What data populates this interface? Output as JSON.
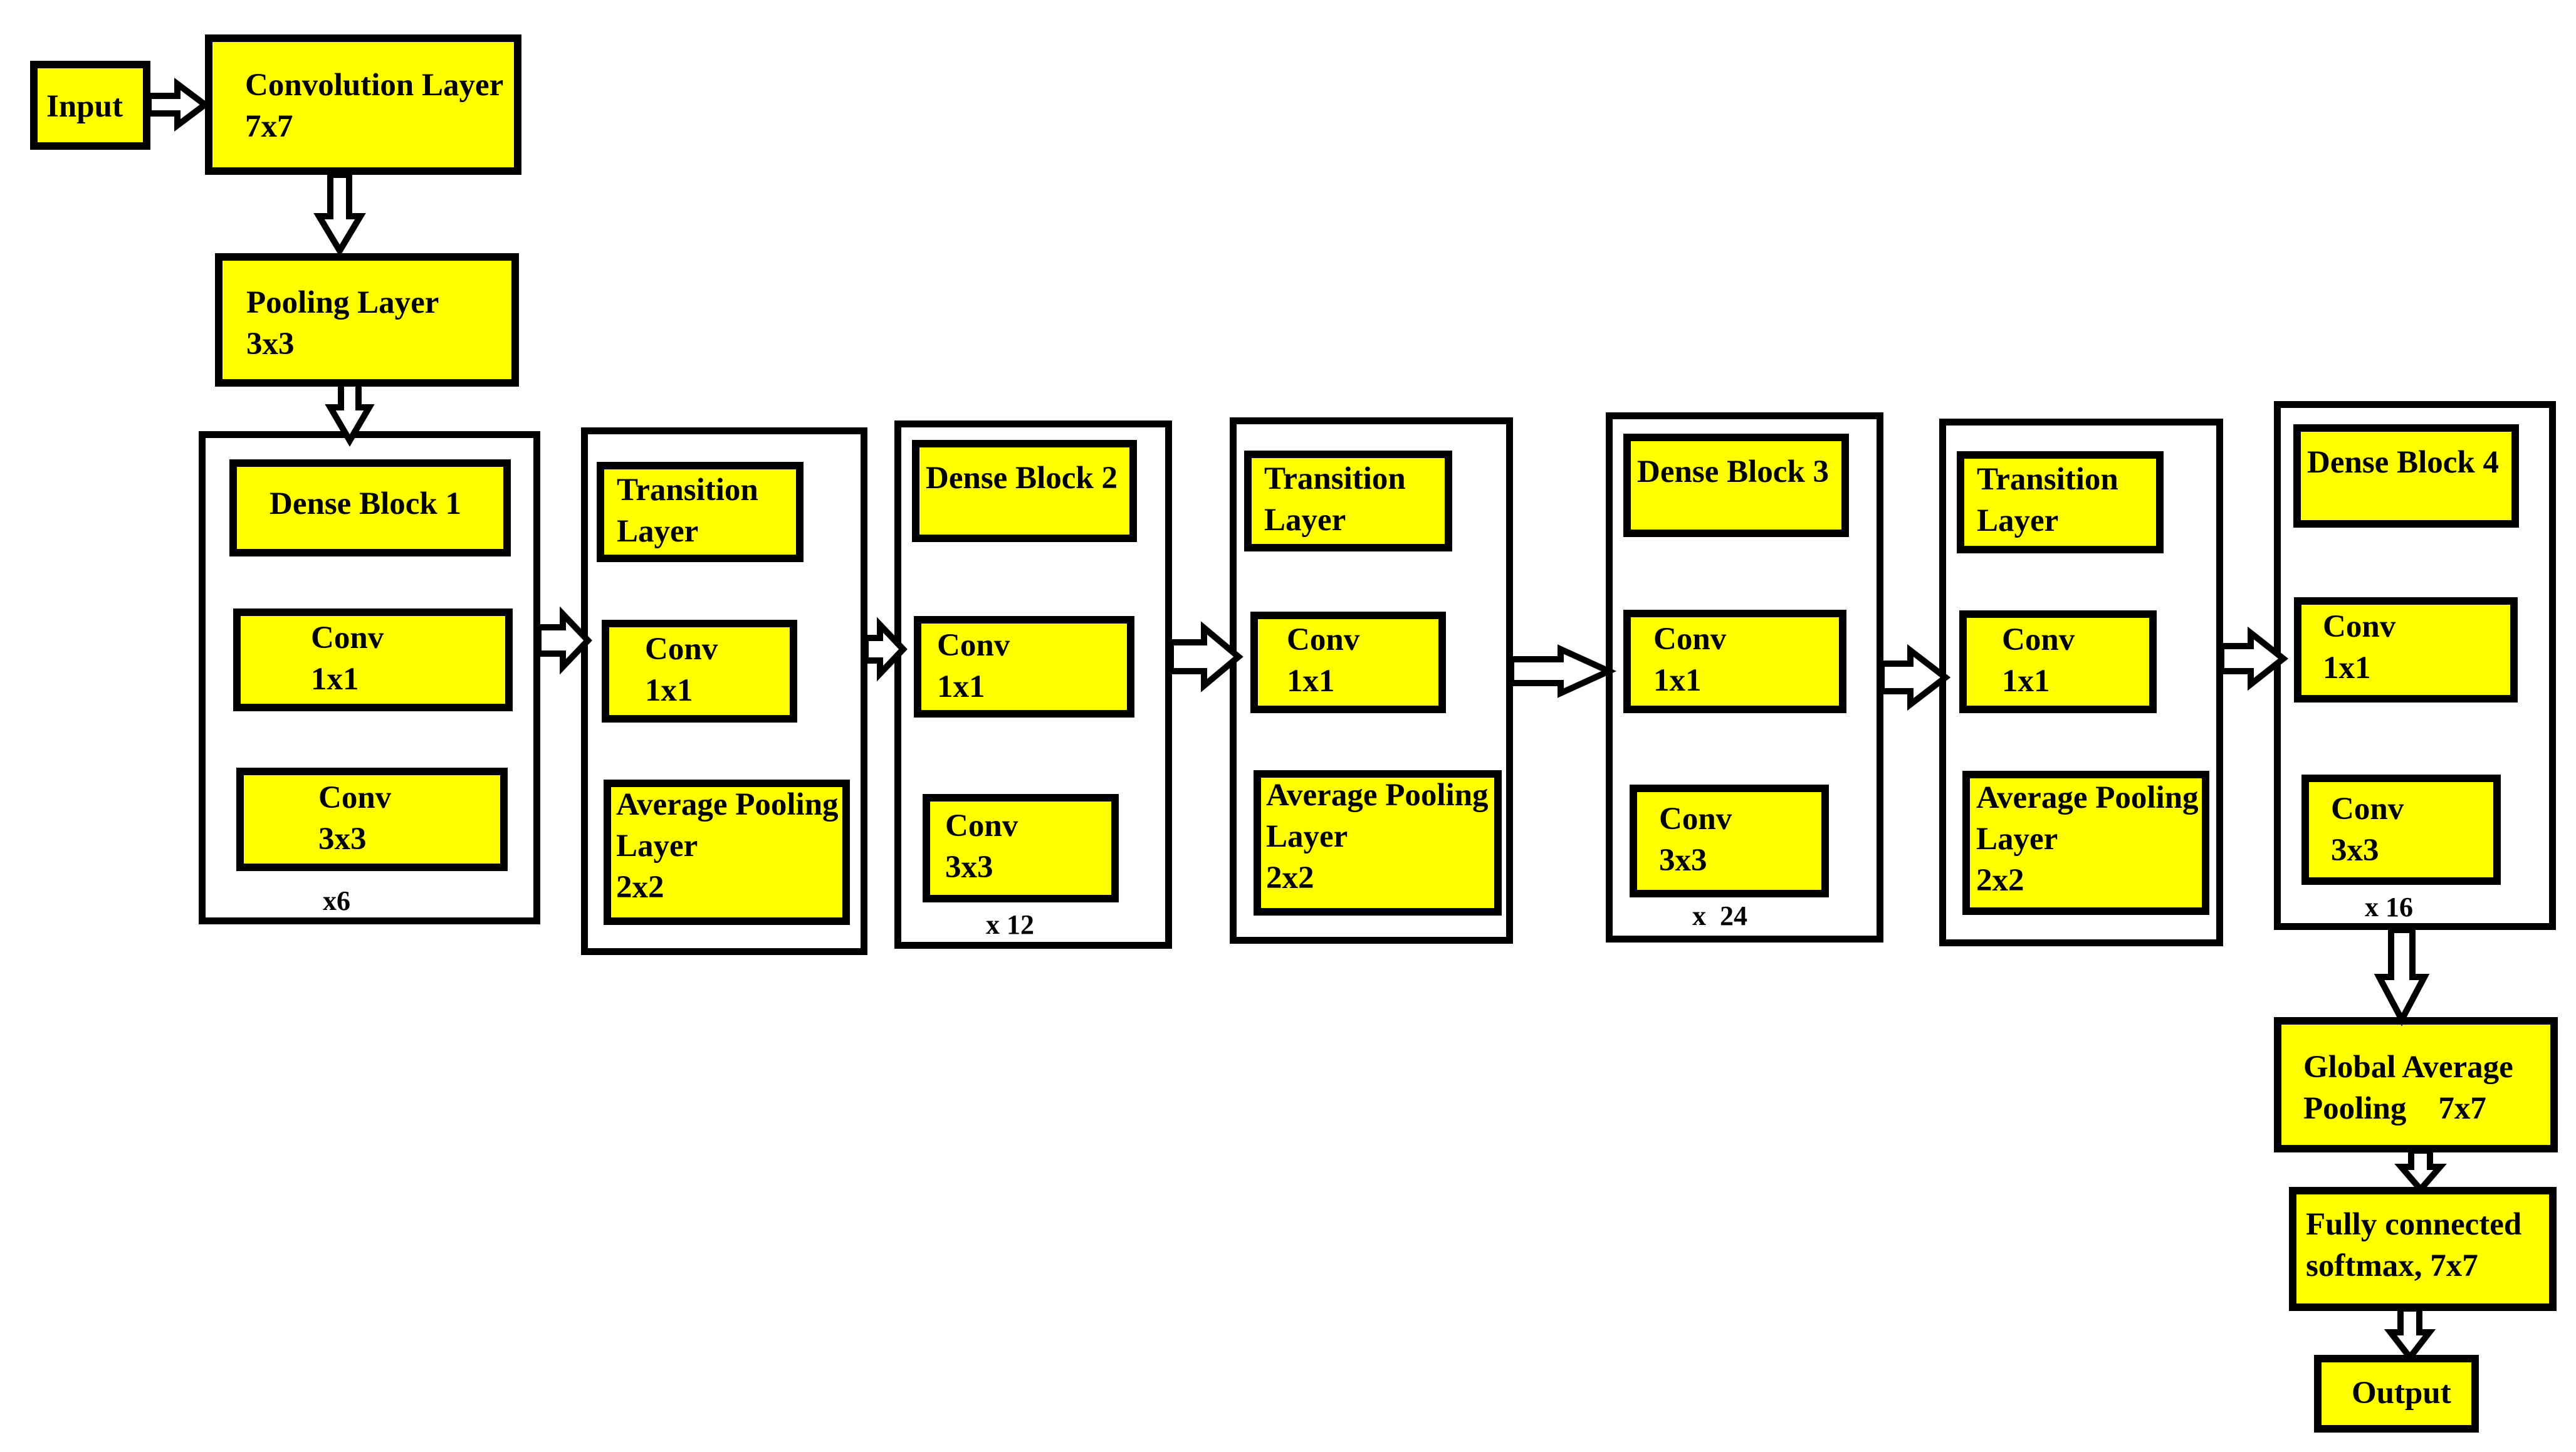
{
  "colors": {
    "box_fill": "#ffff00",
    "border": "#000000",
    "background": "#ffffff"
  },
  "input": "Input",
  "convolution": {
    "title": "Convolution Layer",
    "size": "7x7"
  },
  "pooling": {
    "title": "Pooling Layer",
    "size": "3x3"
  },
  "dense1": {
    "title": "Dense Block 1",
    "conv_a": "Conv\n1x1",
    "conv_b": "Conv\n3x3",
    "repeat": "x6"
  },
  "trans1": {
    "title": "Transition\nLayer",
    "conv": "Conv\n1x1",
    "pool": "Average Pooling\nLayer\n2x2"
  },
  "dense2": {
    "title": "Dense Block 2",
    "conv_a": "Conv\n1x1",
    "conv_b": "Conv\n3x3",
    "repeat": "x 12"
  },
  "trans2": {
    "title": "Transition\nLayer",
    "conv": "Conv\n1x1",
    "pool": "Average Pooling\nLayer\n2x2"
  },
  "dense3": {
    "title": "Dense Block 3",
    "conv_a": "Conv\n1x1",
    "conv_b": "Conv\n3x3",
    "repeat": "x  24"
  },
  "trans3": {
    "title": "Transition\nLayer",
    "conv": "Conv\n1x1",
    "pool": "Average Pooling\nLayer\n2x2"
  },
  "dense4": {
    "title": "Dense Block 4",
    "conv_a": "Conv\n1x1",
    "conv_b": "Conv\n3x3",
    "repeat": "x 16"
  },
  "global_pool": "Global Average\nPooling    7x7",
  "fully_connected": "Fully connected\nsoftmax, 7x7",
  "output": "Output"
}
